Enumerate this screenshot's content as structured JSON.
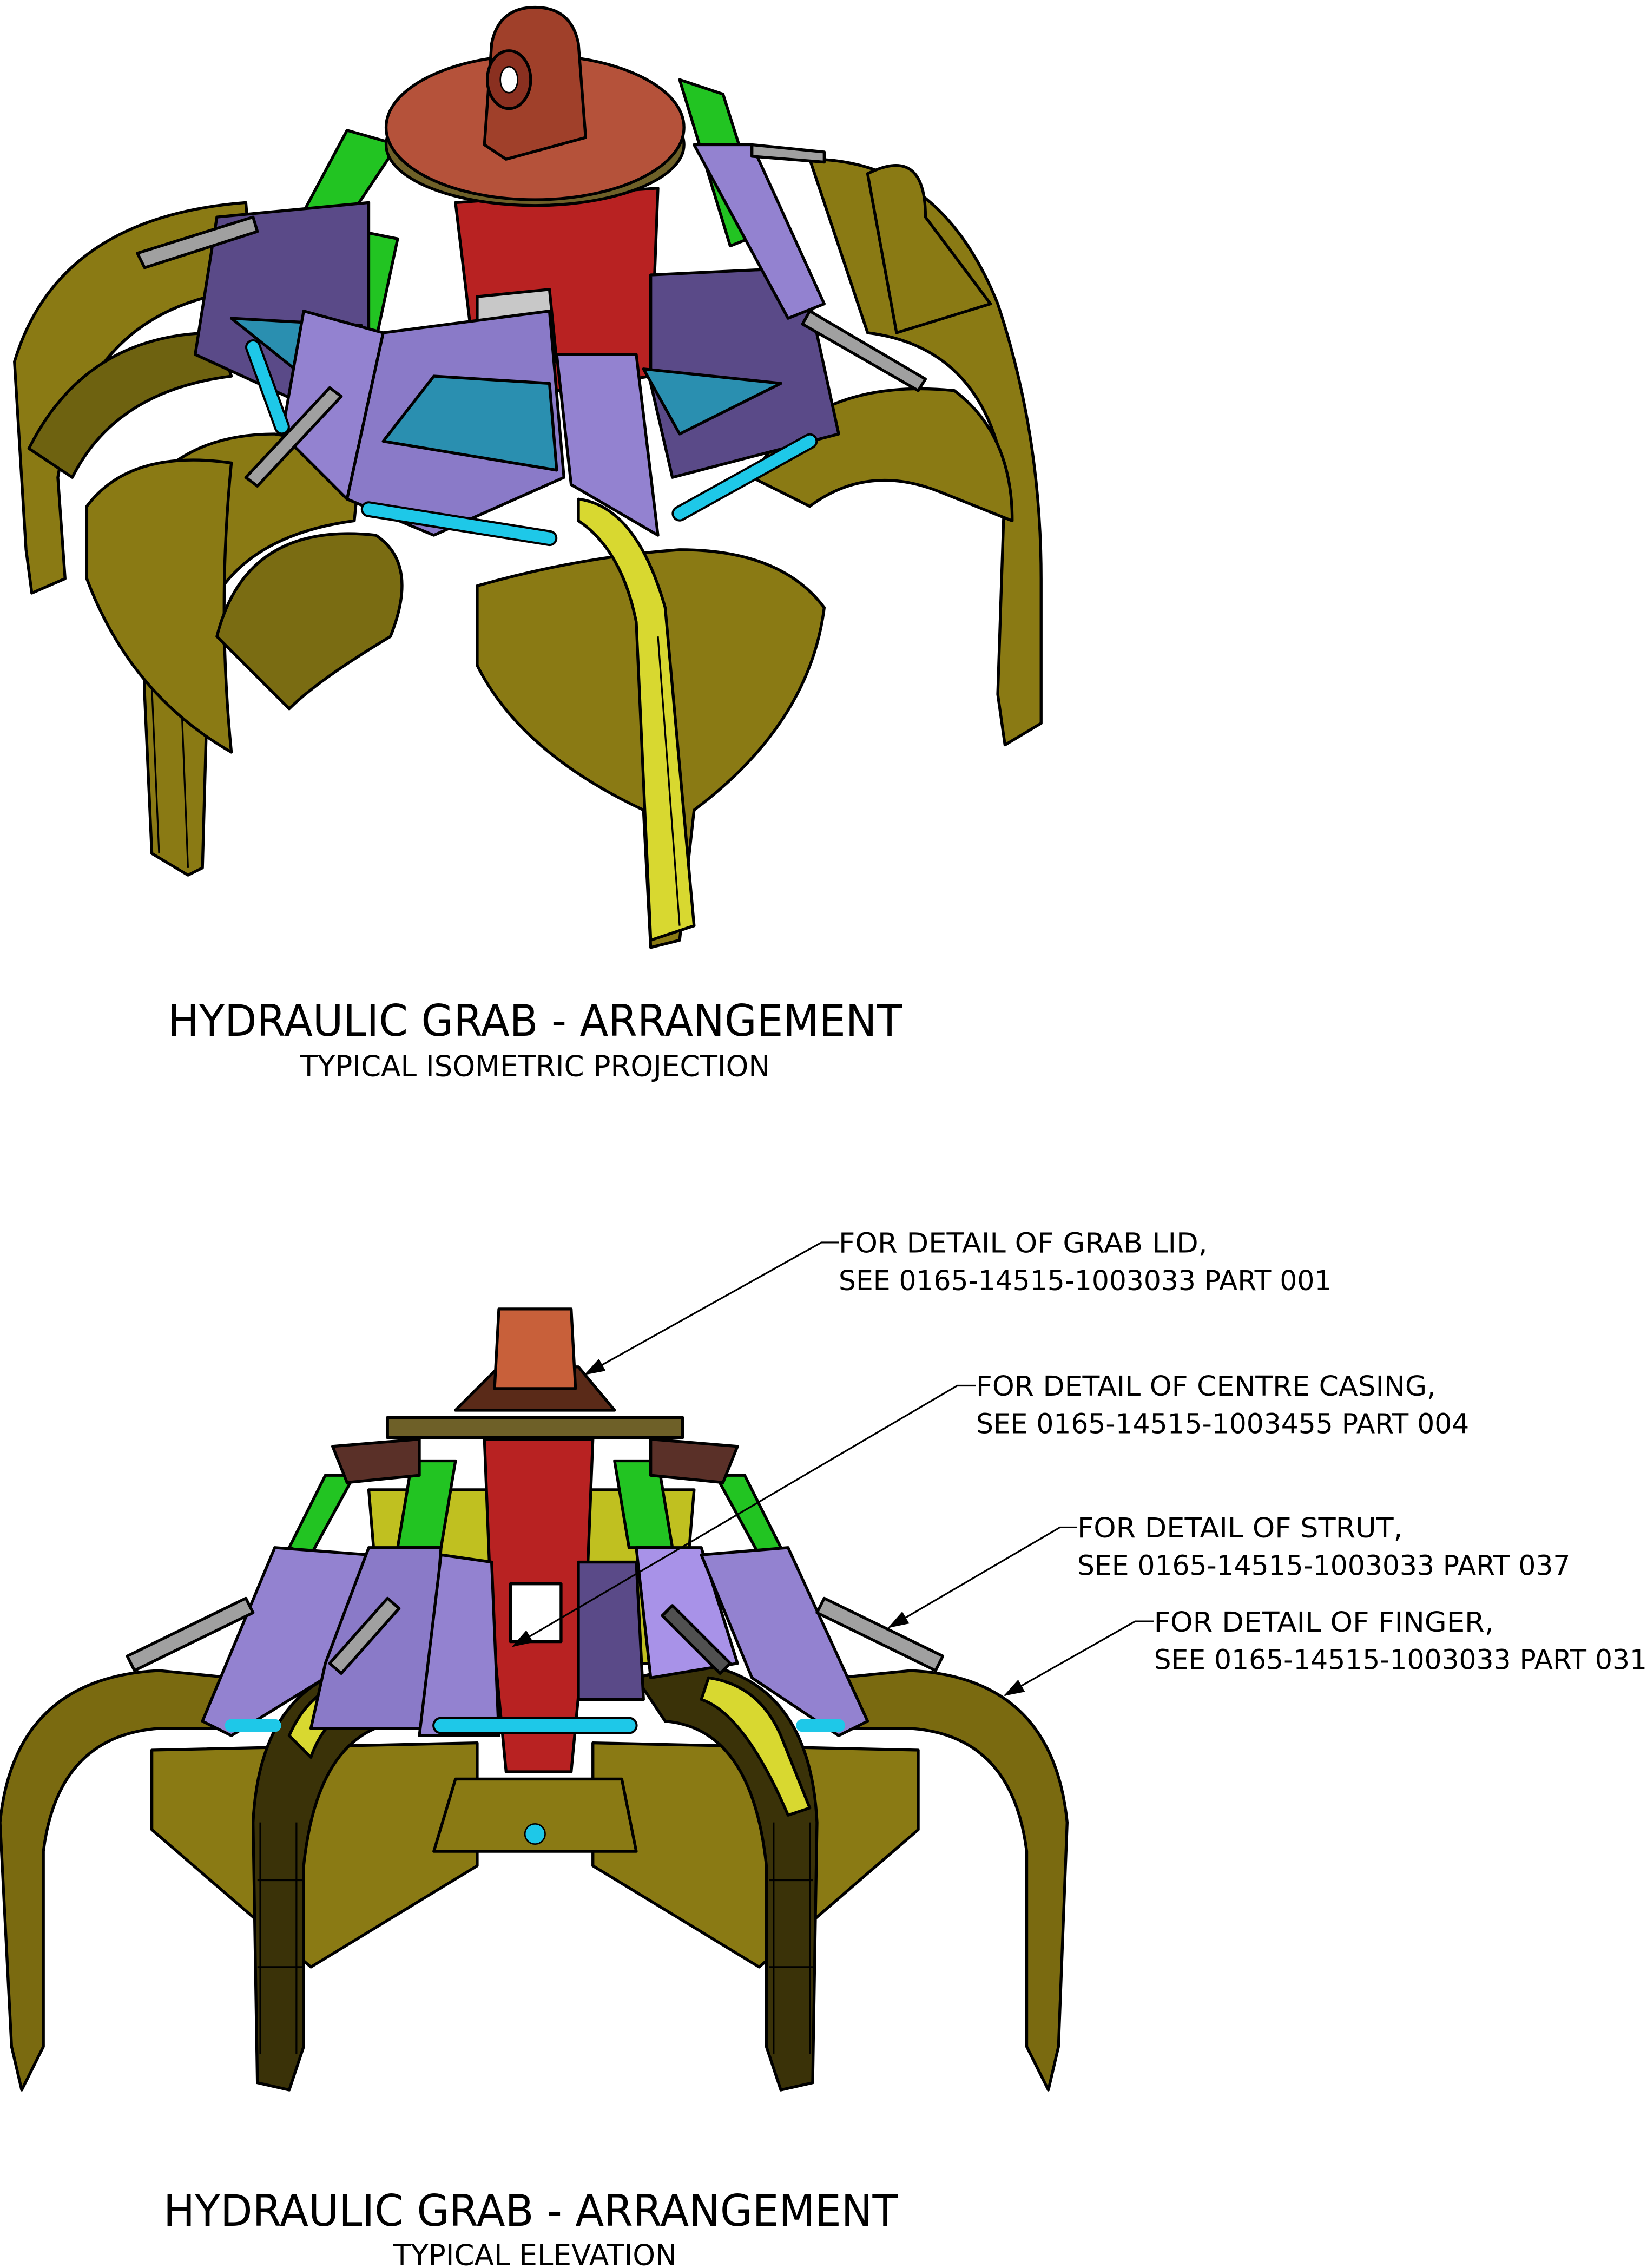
{
  "views": [
    {
      "title": "HYDRAULIC GRAB - ARRANGEMENT",
      "subtitle": "TYPICAL ISOMETRIC PROJECTION"
    },
    {
      "title": "HYDRAULIC GRAB - ARRANGEMENT",
      "subtitle": "TYPICAL ELEVATION"
    }
  ],
  "callouts": [
    {
      "line1": "FOR DETAIL OF GRAB LID,",
      "line2": "SEE 0165-14515-1003033 PART 001"
    },
    {
      "line1": "FOR DETAIL OF CENTRE CASING,",
      "line2": "SEE 0165-14515-1003455 PART 004"
    },
    {
      "line1": "FOR DETAIL OF STRUT,",
      "line2": "SEE 0165-14515-1003033 PART 037"
    },
    {
      "line1": "FOR DETAIL OF FINGER,",
      "line2": "SEE 0165-14515-1003033 PART 031"
    }
  ],
  "colors": {
    "finger": "#8a7a14",
    "finger_rib": "#d8d830",
    "lid": "#b5523a",
    "casing": "#b82222",
    "plate": "#9382d0",
    "plate_dark": "#5a4a88",
    "pipe": "#1ec8e8",
    "strut_green": "#22c422",
    "strut_grey": "#a0a0a0",
    "teal": "#2a8fb0"
  }
}
